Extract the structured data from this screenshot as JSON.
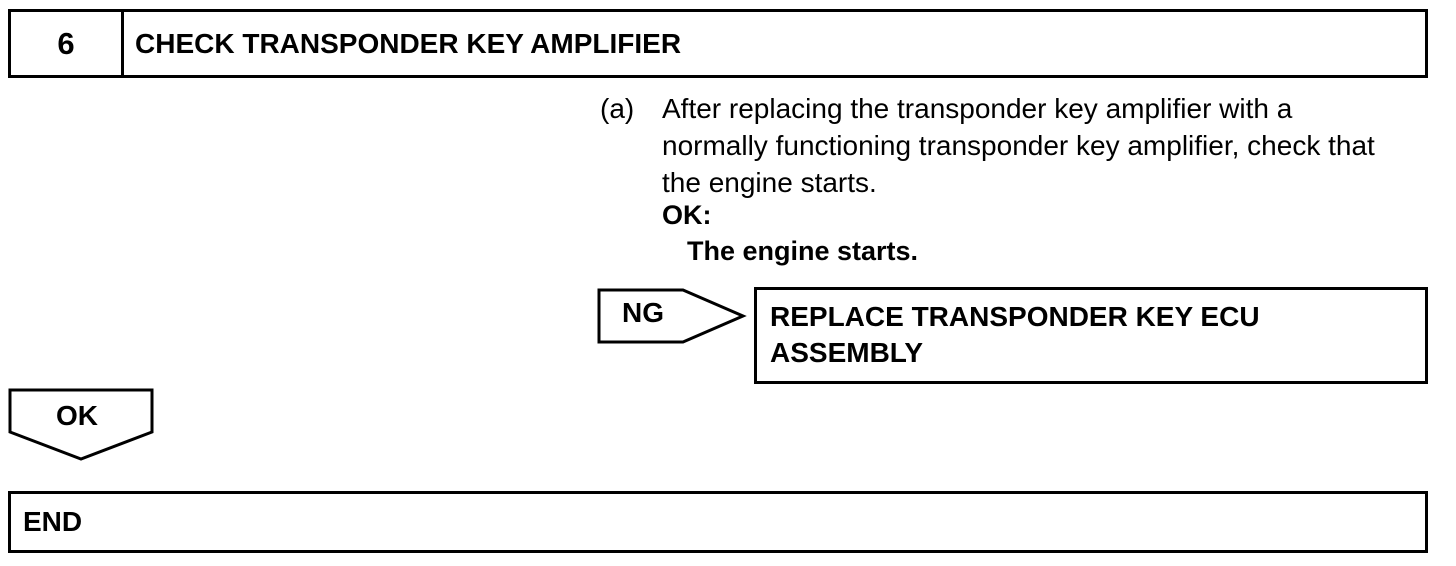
{
  "step": {
    "number": "6",
    "title": "CHECK TRANSPONDER KEY AMPLIFIER"
  },
  "instruction": {
    "label": "(a)",
    "text": "After replacing the transponder key amplifier with a normally functioning transponder key amplifier, check that the engine starts."
  },
  "ok_condition": {
    "label": "OK:",
    "text": "The engine starts."
  },
  "ng_branch": {
    "label": "NG",
    "result_line1": "REPLACE TRANSPONDER KEY ECU",
    "result_line2": "ASSEMBLY"
  },
  "ok_branch": {
    "label": "OK"
  },
  "end": {
    "label": "END"
  }
}
